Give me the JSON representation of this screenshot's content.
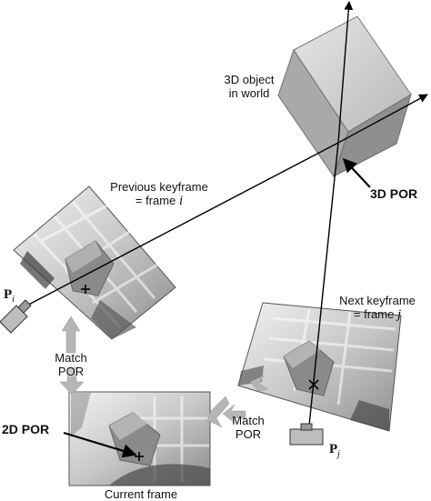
{
  "labels": {
    "object": [
      "3D object",
      "in world"
    ],
    "por3d": "3D POR",
    "prev": {
      "line1": "Previous keyframe",
      "line2_prefix": "= frame ",
      "line2_var": "i"
    },
    "next": {
      "line1": "Next keyframe",
      "line2_prefix": "= frame ",
      "line2_var": "j"
    },
    "match": [
      "Match",
      "POR"
    ],
    "por2d": "2D POR",
    "current": "Current frame",
    "cam_i": {
      "letter": "P",
      "sub": "i"
    },
    "cam_j": {
      "letter": "P",
      "sub": "j"
    }
  }
}
